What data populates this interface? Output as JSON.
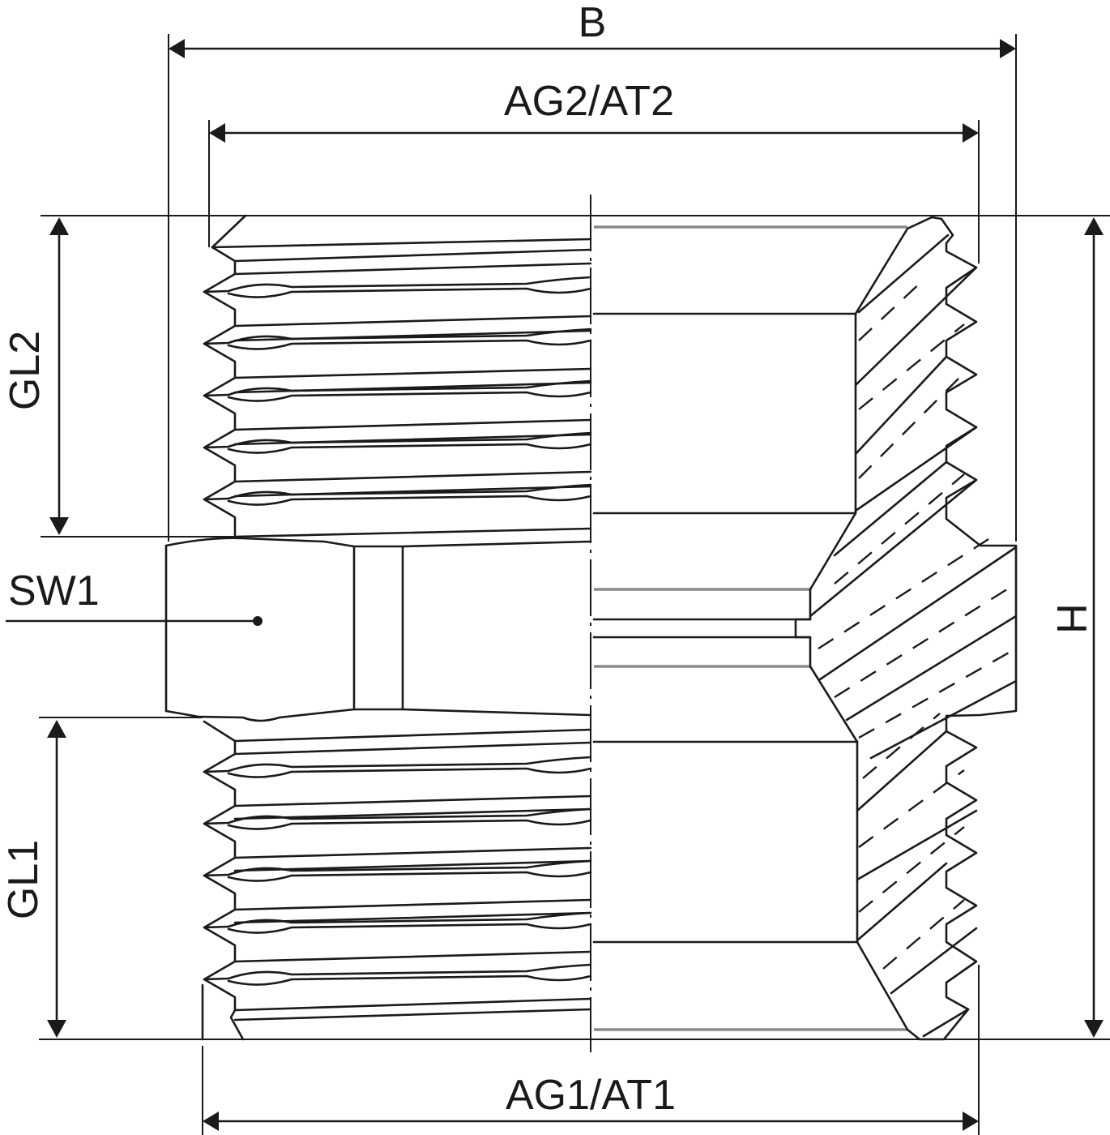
{
  "drawing": {
    "type": "technical-drawing",
    "subject": "threaded reducing fitting (half section)",
    "colors": {
      "line": "#1a1a1a",
      "hidden_line": "#8a8a8a",
      "background": "#ffffff"
    }
  },
  "dimensions": {
    "overall_width": {
      "label": "B"
    },
    "thread_2_diameter": {
      "label": "AG2/AT2"
    },
    "thread_1_diameter": {
      "label": "AG1/AT1"
    },
    "thread_2_length": {
      "label": "GL2"
    },
    "thread_1_length": {
      "label": "GL1"
    },
    "wrench_size": {
      "label": "SW1"
    },
    "overall_height": {
      "label": "H"
    }
  }
}
